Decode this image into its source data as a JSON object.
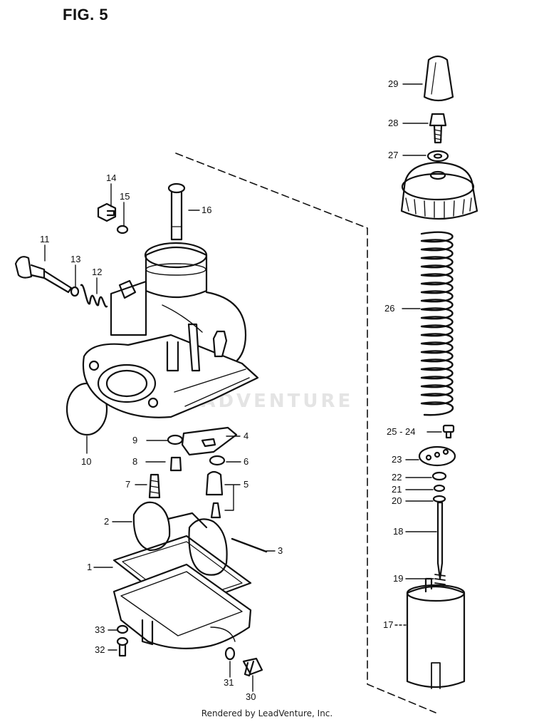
{
  "figure": {
    "title": "FIG. 5",
    "footer": "Rendered by LeadVenture, Inc.",
    "watermark": "LEADVENTURE"
  },
  "callouts": [
    {
      "id": "1",
      "label": "1"
    },
    {
      "id": "2",
      "label": "2"
    },
    {
      "id": "3",
      "label": "3"
    },
    {
      "id": "4",
      "label": "4"
    },
    {
      "id": "5",
      "label": "5"
    },
    {
      "id": "6",
      "label": "6"
    },
    {
      "id": "7",
      "label": "7"
    },
    {
      "id": "8",
      "label": "8"
    },
    {
      "id": "9",
      "label": "9"
    },
    {
      "id": "10",
      "label": "10"
    },
    {
      "id": "11",
      "label": "11"
    },
    {
      "id": "12",
      "label": "12"
    },
    {
      "id": "13",
      "label": "13"
    },
    {
      "id": "14",
      "label": "14"
    },
    {
      "id": "15",
      "label": "15"
    },
    {
      "id": "16",
      "label": "16"
    },
    {
      "id": "17",
      "label": "17"
    },
    {
      "id": "18",
      "label": "18"
    },
    {
      "id": "19",
      "label": "19"
    },
    {
      "id": "20",
      "label": "20"
    },
    {
      "id": "21",
      "label": "21"
    },
    {
      "id": "22",
      "label": "22"
    },
    {
      "id": "23",
      "label": "23"
    },
    {
      "id": "25-24",
      "label": "25 - 24"
    },
    {
      "id": "26",
      "label": "26"
    },
    {
      "id": "27",
      "label": "27"
    },
    {
      "id": "28",
      "label": "28"
    },
    {
      "id": "29",
      "label": "29"
    },
    {
      "id": "30",
      "label": "30"
    },
    {
      "id": "31",
      "label": "31"
    },
    {
      "id": "32",
      "label": "32"
    },
    {
      "id": "33",
      "label": "33"
    }
  ]
}
